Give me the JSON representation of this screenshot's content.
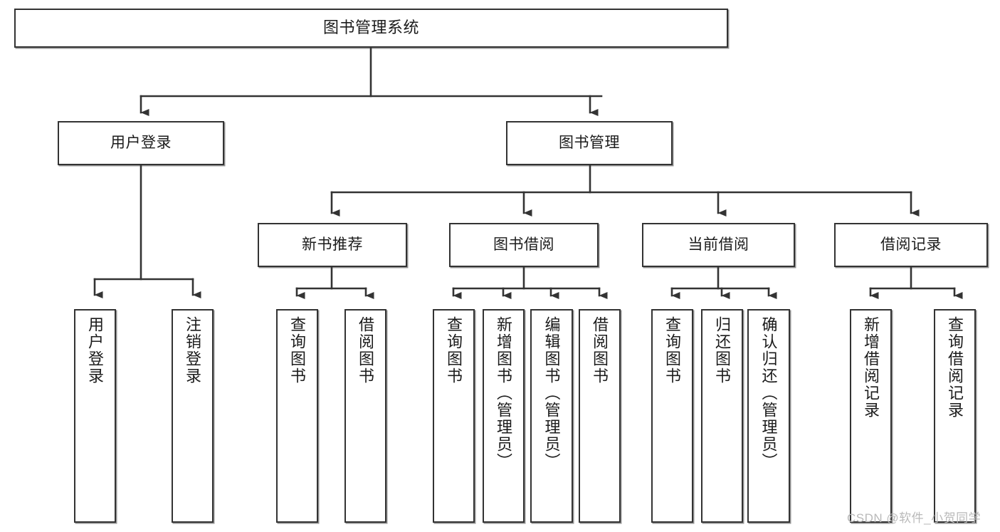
{
  "diagram": {
    "title": "图书管理系统",
    "watermark": "CSDN @软件_小贺同学",
    "line_color": "#333333",
    "box_fill": "#ffffff",
    "text_color": "#1b1b1b",
    "levels": {
      "root": {
        "label": "图书管理系统"
      },
      "level2": [
        {
          "label": "用户登录"
        },
        {
          "label": "图书管理"
        }
      ],
      "level3": [
        {
          "label": "新书推荐"
        },
        {
          "label": "图书借阅"
        },
        {
          "label": "当前借阅"
        },
        {
          "label": "借阅记录"
        }
      ],
      "leaves": [
        {
          "label": "用户登录",
          "parent": "用户登录"
        },
        {
          "label": "注销登录",
          "parent": "用户登录"
        },
        {
          "label": "查询图书",
          "parent": "新书推荐"
        },
        {
          "label": "借阅图书",
          "parent": "新书推荐"
        },
        {
          "label": "查询图书",
          "parent": "图书借阅"
        },
        {
          "label": "新增图书（管理员）",
          "parent": "图书借阅"
        },
        {
          "label": "编辑图书（管理员）",
          "parent": "图书借阅"
        },
        {
          "label": "借阅图书",
          "parent": "图书借阅"
        },
        {
          "label": "查询图书",
          "parent": "当前借阅"
        },
        {
          "label": "归还图书",
          "parent": "当前借阅"
        },
        {
          "label": "确认归还（管理员）",
          "parent": "当前借阅"
        },
        {
          "label": "新增借阅记录",
          "parent": "借阅记录"
        },
        {
          "label": "查询借阅记录",
          "parent": "借阅记录"
        }
      ]
    }
  }
}
